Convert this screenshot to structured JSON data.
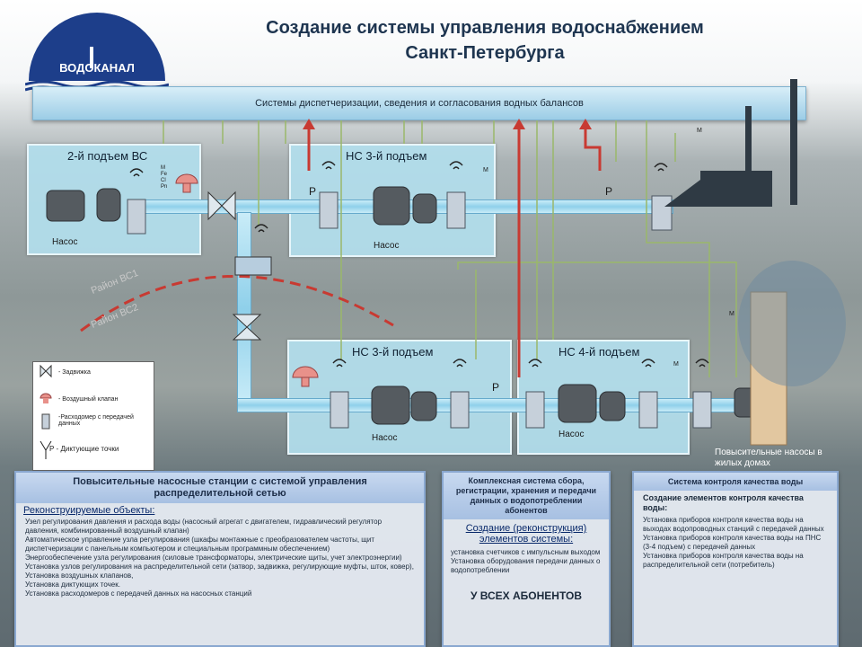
{
  "header": {
    "title_line1": "Создание системы управления водоснабжением",
    "title_line2": "Санкт-Петербурга",
    "logo_text": "ВОДОКАНАЛ"
  },
  "dispatch_bar": {
    "label": "Системы диспетчеризации, сведения и согласования водных балансов"
  },
  "stations": {
    "vs2": {
      "title": "2-й подъем ВС",
      "pump_label": "Насос"
    },
    "ns3_top": {
      "title": "НС 3-й подъем",
      "pump_label": "Насос"
    },
    "ns3_bottom": {
      "title": "НС 3-й подъем",
      "pump_label": "Насос"
    },
    "ns4": {
      "title": "НС 4-й подъем",
      "pump_label": "Насос"
    }
  },
  "boundary": {
    "zone1": "Район ВС1",
    "zone2": "Район ВС2"
  },
  "pressure_symbol": "P",
  "meter_symbol": "M",
  "sensor_labels": [
    "M",
    "Fe",
    "Cl",
    "Pn"
  ],
  "residential": {
    "label": "Повысительные насосы в жилых домах"
  },
  "legend": {
    "items": [
      "- Задвижка",
      "- Воздушный клапан",
      "-Расходомер с передачей данных",
      "Р - Диктующие точки"
    ]
  },
  "panel_left": {
    "title": "Повысительные насосные станции с системой управления распределительной сетью",
    "subtitle": "Реконструируемые объекты:",
    "items": [
      "Узел регулирования давления и расхода воды (насосный агрегат с двигателем, гидравлический регулятор давления, комбинированный воздушный клапан)",
      "Автоматическое управление узла регулирования (шкафы монтажные с преобразователем частоты, щит диспетчеризации с панельным компьютером и специальным программным обеспечением)",
      "Энергообеспечение узла регулирования (силовые трансформаторы, электрические щиты, учет электроэнергии)",
      "Установка узлов регулирования на распределительной сети (затвор, задвижка, регулирующие муфты, шток, ковер),",
      "Установка воздушных клапанов,",
      "Установка диктующих точек.",
      "Установка расходомеров с передачей данных на насосных станций"
    ]
  },
  "panel_mid": {
    "title": "Комплексная система сбора, регистрации, хранения и передачи данных о водопотреблении абонентов",
    "subtitle": "Создание (реконструкция) элементов системы:",
    "items": [
      "установка счетчиков с импульсным выходом",
      "Установка оборудования передачи данных о водопотреблении"
    ],
    "footer": "У ВСЕХ АБОНЕНТОВ"
  },
  "panel_right": {
    "title": "Система контроля качества воды",
    "subtitle": "Создание элементов контроля качества воды:",
    "items": [
      "Установка приборов контроля качества воды на выходах водопроводных станций с передачей данных",
      "Установка приборов контроля качества воды на ПНС (3-4 подъем) с передачей данных",
      "Установка приборов контроля качества воды на распределительной сети (потребитель)"
    ]
  },
  "colors": {
    "dispatch": "#9ccde6",
    "station": "#b2deec",
    "pipe": "#8fd0ea",
    "red_link": "#c83a32",
    "green_link": "#9ab86a",
    "logo_blue": "#1d3e8a"
  }
}
